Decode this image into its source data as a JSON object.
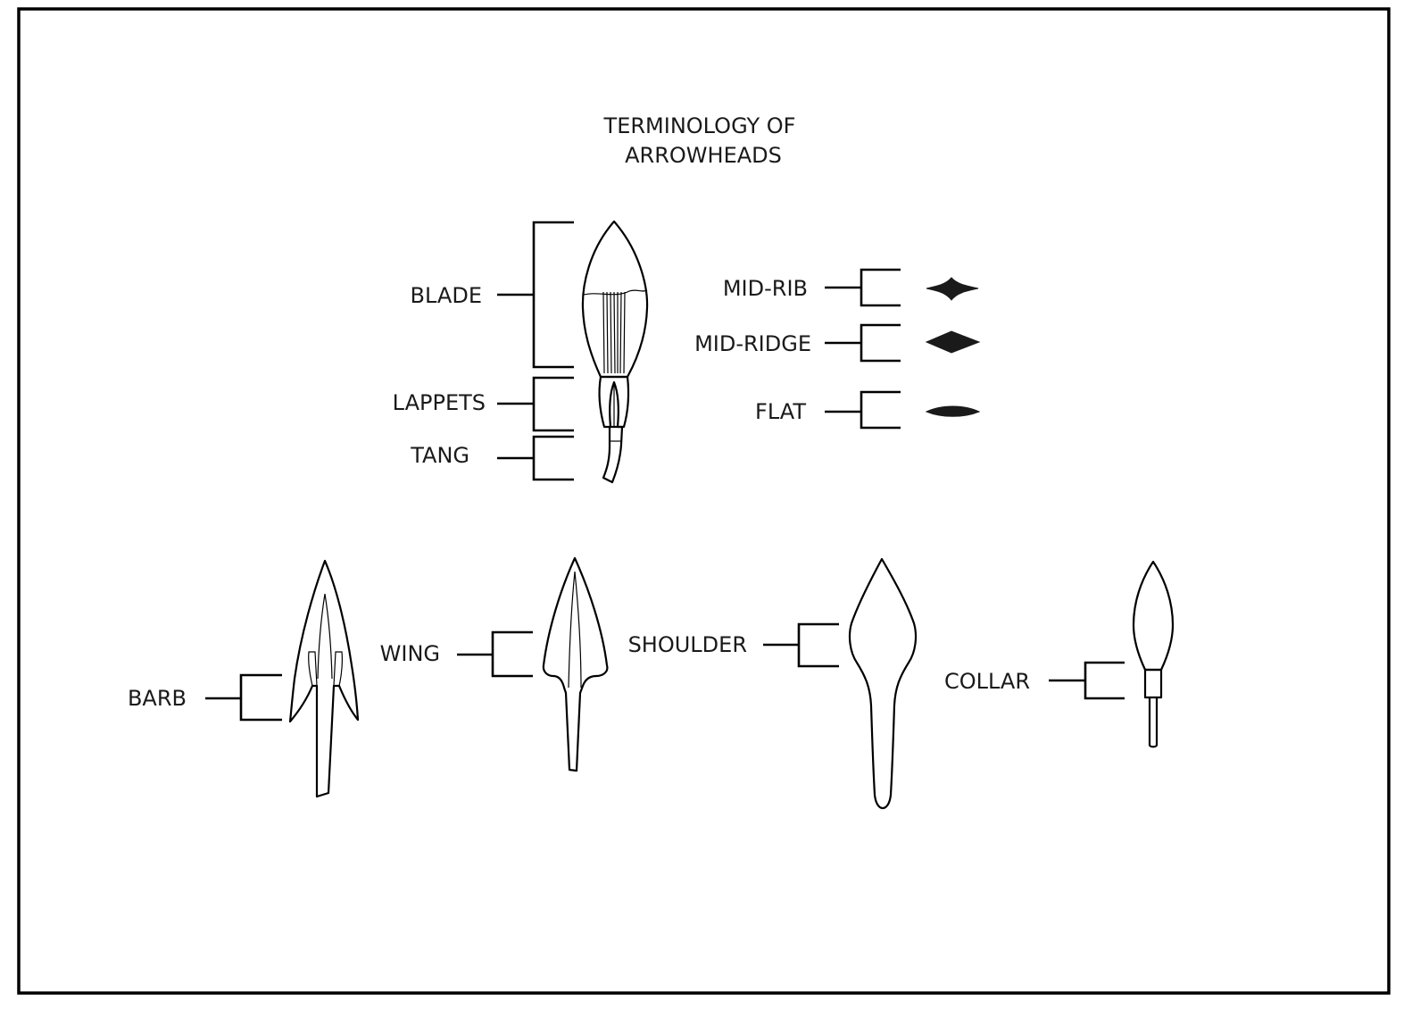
{
  "title": {
    "line1": "TERMINOLOGY OF",
    "line2": "ARROWHEADS"
  },
  "labels": {
    "blade": "BLADE",
    "lappets": "LAPPETS",
    "tang": "TANG",
    "mid_rib": "MID-RIB",
    "mid_ridge": "MID-RIDGE",
    "flat": "FLAT",
    "barb": "BARB",
    "wing": "WING",
    "shoulder": "SHOULDER",
    "collar": "COLLAR"
  },
  "colors": {
    "ink": "#1a1a1a",
    "frame": "#000000",
    "background": "#ffffff"
  }
}
